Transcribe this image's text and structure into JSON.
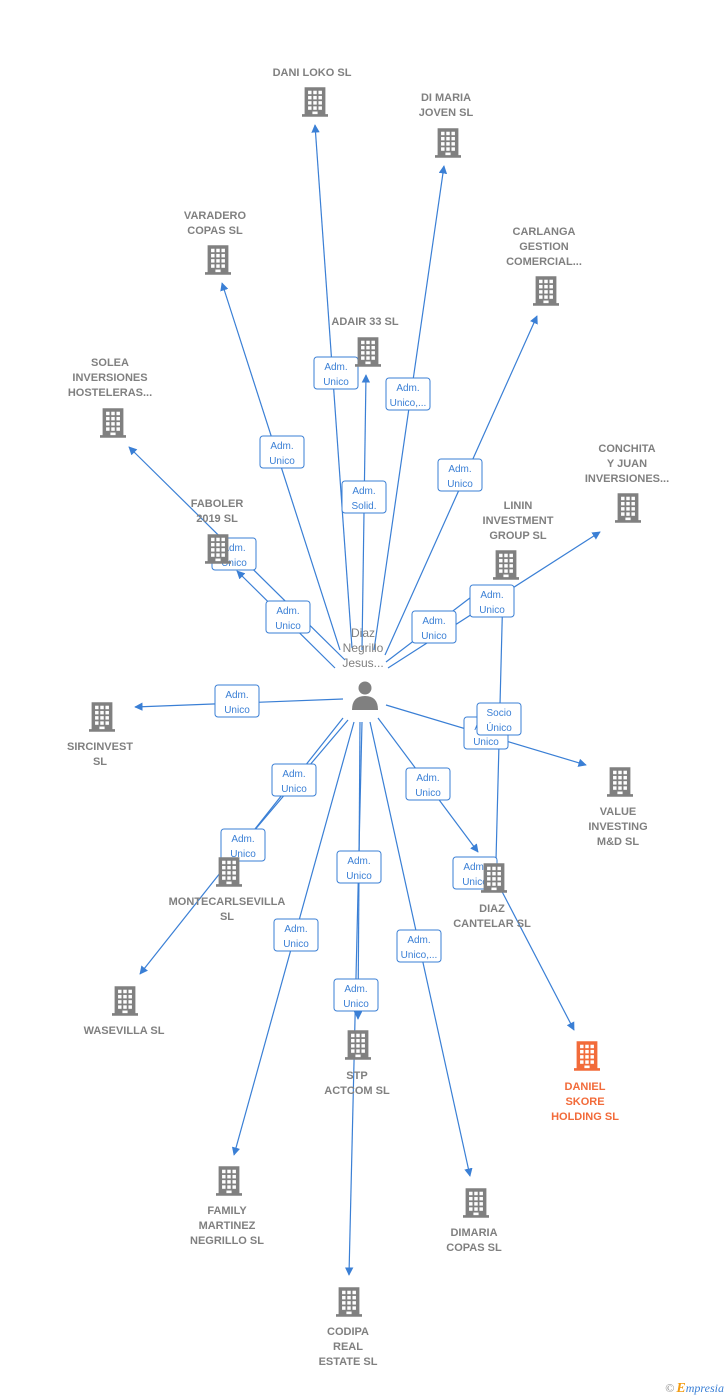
{
  "center": {
    "name_lines": [
      "Diaz",
      "Negrillo",
      "Jesus..."
    ],
    "icon": "person-icon"
  },
  "companies": [
    {
      "id": "dani-loko",
      "lines": [
        "DANI LOKO  SL"
      ]
    },
    {
      "id": "di-maria-joven",
      "lines": [
        "DI MARIA",
        "JOVEN SL"
      ]
    },
    {
      "id": "varadero-copas",
      "lines": [
        "VARADERO",
        "COPAS SL"
      ]
    },
    {
      "id": "carlanga",
      "lines": [
        "CARLANGA",
        "GESTION",
        "COMERCIAL..."
      ]
    },
    {
      "id": "adair-33",
      "lines": [
        "ADAIR 33 SL"
      ]
    },
    {
      "id": "solea",
      "lines": [
        "SOLEA",
        "INVERSIONES",
        "HOSTELERAS..."
      ]
    },
    {
      "id": "conchita",
      "lines": [
        "CONCHITA",
        "Y JUAN",
        "INVERSIONES..."
      ]
    },
    {
      "id": "faboler",
      "lines": [
        "FABOLER",
        "2019  SL"
      ]
    },
    {
      "id": "linin",
      "lines": [
        "LININ",
        "INVESTMENT",
        "GROUP  SL"
      ]
    },
    {
      "id": "sircinvest",
      "lines": [
        "SIRCINVEST",
        "SL"
      ]
    },
    {
      "id": "value-investing",
      "lines": [
        "VALUE",
        "INVESTING",
        "M&D  SL"
      ]
    },
    {
      "id": "montecarlsevilla",
      "lines": [
        "MONTECARLSEVILLA",
        "SL"
      ]
    },
    {
      "id": "diaz-cantelar",
      "lines": [
        "DIAZ",
        "CANTELAR  SL"
      ]
    },
    {
      "id": "wasevilla",
      "lines": [
        "WASEVILLA  SL"
      ]
    },
    {
      "id": "stp-actcom",
      "lines": [
        "STP",
        "ACTCOM  SL"
      ]
    },
    {
      "id": "daniel-skore",
      "lines": [
        "DANIEL",
        "SKORE",
        "HOLDING  SL"
      ],
      "highlight": true
    },
    {
      "id": "family-martinez",
      "lines": [
        "FAMILY",
        "MARTINEZ",
        "NEGRILLO  SL"
      ]
    },
    {
      "id": "dimaria-copas",
      "lines": [
        "DIMARIA",
        "COPAS  SL"
      ]
    },
    {
      "id": "codipa",
      "lines": [
        "CODIPA",
        "REAL",
        "ESTATE  SL"
      ]
    }
  ],
  "relations": [
    {
      "to": "dani-loko",
      "label": [
        "Adm.",
        "Unico"
      ]
    },
    {
      "to": "di-maria-joven",
      "label": [
        "Adm.",
        "Unico,..."
      ]
    },
    {
      "to": "varadero-copas",
      "label": [
        "Adm.",
        "Unico"
      ]
    },
    {
      "to": "carlanga",
      "label": [
        "Adm.",
        "Unico"
      ]
    },
    {
      "to": "adair-33",
      "label": [
        "Adm.",
        "Solid."
      ]
    },
    {
      "to": "solea",
      "label": [
        "Adm.",
        "Unico"
      ]
    },
    {
      "to": "faboler",
      "label": [
        "Adm.",
        "Unico"
      ]
    },
    {
      "to": "conchita",
      "label": [
        "Adm.",
        "Unico"
      ]
    },
    {
      "to": "linin",
      "label": [
        "Adm.",
        "Unico"
      ]
    },
    {
      "to": "sircinvest",
      "label": [
        "Adm.",
        "Unico"
      ]
    },
    {
      "to": "value-investing",
      "label": [
        "Adm.",
        "Unico"
      ]
    },
    {
      "to": "montecarlsevilla",
      "label": [
        "Adm.",
        "Unico"
      ]
    },
    {
      "to": "wasevilla",
      "label": [
        "Adm.",
        "Unico"
      ]
    },
    {
      "to": "diaz-cantelar",
      "label": [
        "Adm.",
        "Unico"
      ]
    },
    {
      "to": "stp-actcom",
      "label": [
        "Adm.",
        "Unico"
      ]
    },
    {
      "to": "family-martinez",
      "label": [
        "Adm.",
        "Unico"
      ]
    },
    {
      "to": "dimaria-copas",
      "label": [
        "Adm.",
        "Unico,..."
      ]
    },
    {
      "to": "codipa",
      "label": [
        "Adm.",
        "Unico"
      ]
    },
    {
      "from": "diaz-cantelar",
      "to": "linin",
      "label": [
        "Socio",
        "Único"
      ]
    },
    {
      "from": "diaz-cantelar",
      "to": "daniel-skore",
      "label": [
        "Adm.",
        "Unico"
      ]
    }
  ],
  "colors": {
    "edge": "#3a7fd5",
    "building": "#808080",
    "highlight": "#f26b3a",
    "text": "#808080"
  },
  "watermark": {
    "symbol": "©",
    "brand_initial": "E",
    "brand_rest": "mpresia"
  }
}
